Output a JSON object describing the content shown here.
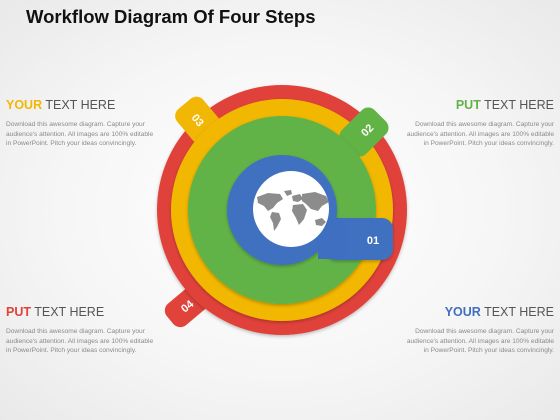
{
  "title": "Workflow Diagram Of Four Steps",
  "blocks": {
    "top_left": {
      "highlight": "YOUR",
      "rest": " TEXT HERE",
      "color": "#f2b705",
      "body": "Download this awesome diagram. Capture your audience's attention. All images are 100% editable in PowerPoint. Pitch your ideas convincingly."
    },
    "top_right": {
      "highlight": "PUT",
      "rest": " TEXT HERE",
      "color": "#62b346",
      "body": "Download this awesome diagram. Capture your audience's attention. All images are 100% editable in PowerPoint. Pitch your ideas convincingly."
    },
    "bottom_left": {
      "highlight": "PUT",
      "rest": " TEXT HERE",
      "color": "#e0433a",
      "body": "Download this awesome diagram. Capture your audience's attention. All images are 100% editable in PowerPoint. Pitch your ideas convincingly."
    },
    "bottom_right": {
      "highlight": "YOUR",
      "rest": " TEXT HERE",
      "color": "#3f6fc0",
      "body": "Download this awesome diagram. Capture your audience's attention. All images are 100% editable in PowerPoint. Pitch your ideas convincingly."
    }
  },
  "steps": [
    {
      "label": "01",
      "color": "#3f6fc0"
    },
    {
      "label": "02",
      "color": "#62b346"
    },
    {
      "label": "03",
      "color": "#f2b705"
    },
    {
      "label": "04",
      "color": "#e0433a"
    }
  ],
  "center_icon": "world-map-icon"
}
